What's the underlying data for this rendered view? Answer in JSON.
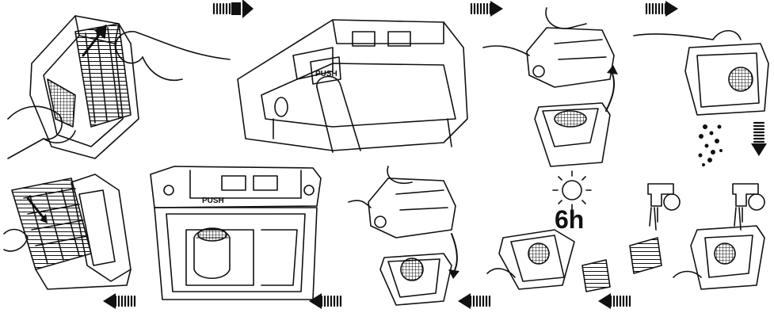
{
  "labels": {
    "push_step2": "PUSH",
    "push_step6": "PUSH",
    "dry_time": "6h"
  },
  "icons": {
    "arrow_right": "striped-arrow-right-icon",
    "arrow_left": "striped-arrow-left-icon",
    "arrow_down": "striped-arrow-down-icon",
    "sun": "sun-icon",
    "tap": "water-tap-icon",
    "dirt": "dirt-particles-icon"
  },
  "colors": {
    "line": "#111111",
    "background": "#ffffff"
  }
}
